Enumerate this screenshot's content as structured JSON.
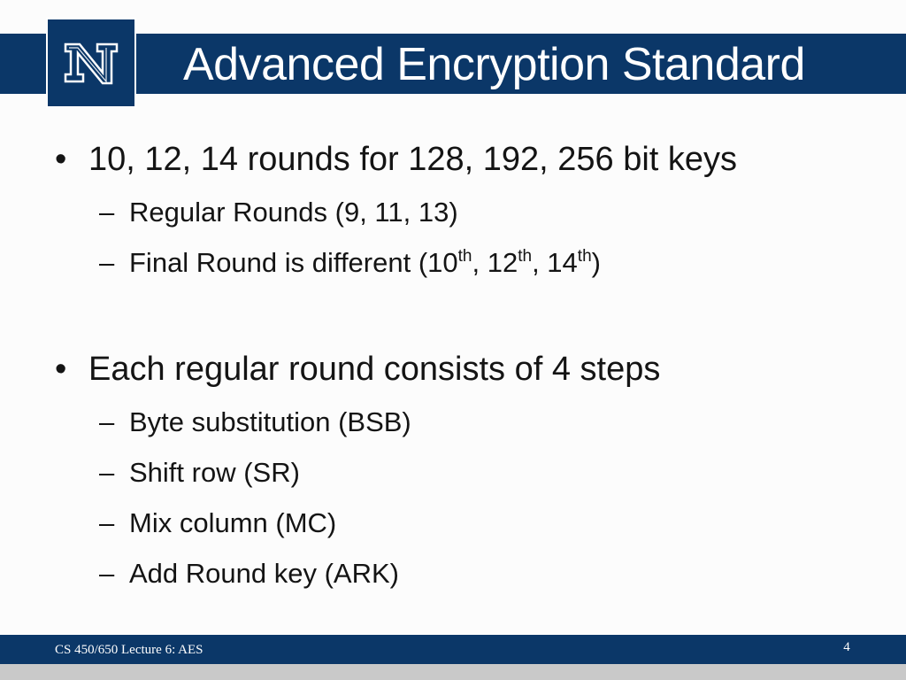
{
  "slide": {
    "title": "Advanced Encryption Standard",
    "logo_letter": "N",
    "bullets": [
      {
        "text": "10, 12, 14 rounds for 128, 192, 256 bit keys",
        "sub": [
          {
            "text": "Regular Rounds (9, 11, 13)"
          },
          {
            "text_prefix": "Final Round is different (10",
            "sup1": "th",
            "mid1": ", 12",
            "sup2": "th",
            "mid2": ", 14",
            "sup3": "th",
            "suffix": ")"
          }
        ]
      },
      {
        "text": "Each regular round consists of 4 steps",
        "sub": [
          {
            "text": "Byte substitution (BSB)"
          },
          {
            "text": "Shift row (SR)"
          },
          {
            "text": "Mix column (MC)"
          },
          {
            "text": "Add Round key (ARK)"
          }
        ]
      }
    ],
    "bullet_glyph": "•",
    "dash_glyph": "–"
  },
  "footer": {
    "left": "CS 450/650 Lecture 6: AES",
    "page_number": "4"
  },
  "colors": {
    "brand_navy": "#0b3768",
    "text": "#141414",
    "background": "#fcfcfc"
  }
}
